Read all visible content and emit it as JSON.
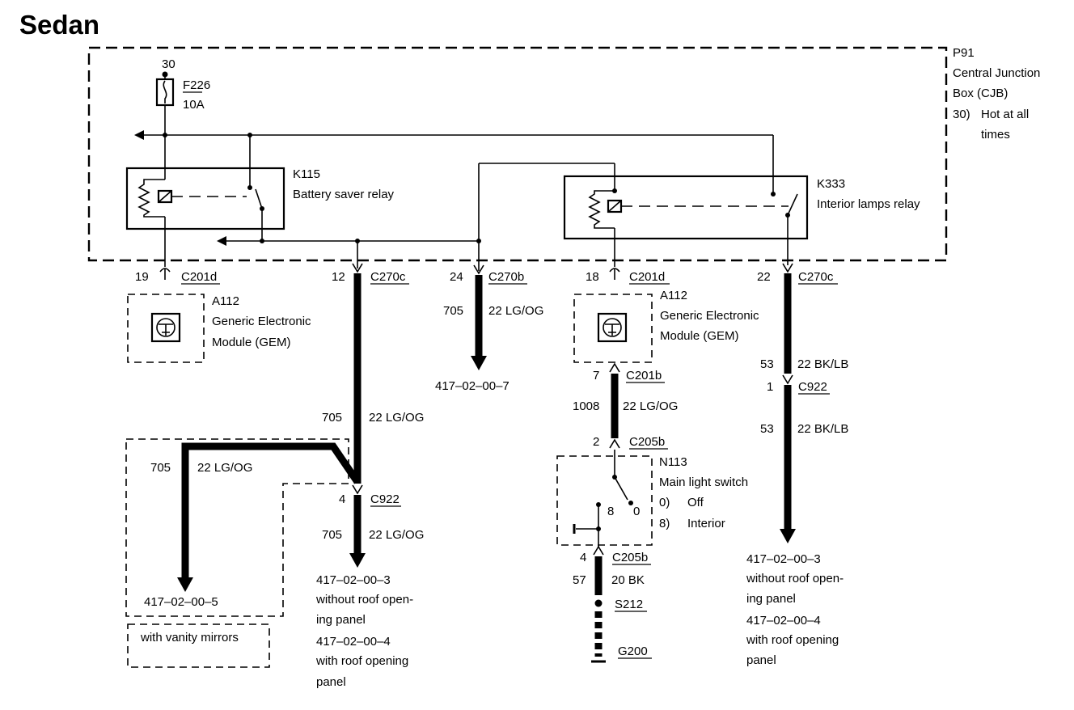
{
  "title": "Sedan",
  "cjb": {
    "id": "P91",
    "name_line1": "Central Junction",
    "name_line2": "Box (CJB)",
    "note_num": "30)",
    "note_line1": "Hot at all",
    "note_line2": "times"
  },
  "fuse": {
    "pin": "30",
    "id": "F226",
    "rating": "10A"
  },
  "relay_k115": {
    "id": "K115",
    "name": "Battery saver relay"
  },
  "relay_k333": {
    "id": "K333",
    "name": "Interior lamps relay"
  },
  "connectors": {
    "left_gem_pin": "19",
    "left_gem_conn": "C201d",
    "c270c_a_pin": "12",
    "c270c_a": "C270c",
    "c270b_pin": "24",
    "c270b": "C270b",
    "right_gem_pin": "18",
    "right_gem_conn": "C201d",
    "c270c_b_pin": "22",
    "c270c_b": "C270c",
    "c201b_pin": "7",
    "c201b": "C201b",
    "c205b_top_pin": "2",
    "c205b_top": "C205b",
    "c922_left_pin": "4",
    "c922_left": "C922",
    "c922_right_pin": "1",
    "c922_right": "C922",
    "c205b_bot_pin": "4",
    "c205b_bot": "C205b",
    "s212": "S212",
    "g200": "G200"
  },
  "gem": {
    "id": "A112",
    "line1": "Generic Electronic",
    "line2": "Module (GEM)"
  },
  "switch": {
    "id": "N113",
    "name": "Main light switch",
    "pos_8": "8",
    "pos_0": "0",
    "opt1_num": "0)",
    "opt1_label": "Off",
    "opt2_num": "8)",
    "opt2_label": "Interior"
  },
  "wires": {
    "c270b_circ": "705",
    "c270b_spec": "22 LG/OG",
    "left_mid_circ": "705",
    "left_mid_spec": "22 LG/OG",
    "mirror_circ": "705",
    "mirror_spec": "22 LG/OG",
    "left_low_circ": "705",
    "left_low_spec": "22 LG/OG",
    "sw_circ": "1008",
    "sw_spec": "22 LG/OG",
    "right_up_circ": "53",
    "right_up_spec": "22 BK/LB",
    "right_low_circ": "53",
    "right_low_spec": "22 BK/LB",
    "ground_circ": "57",
    "ground_spec": "20 BK"
  },
  "refs": {
    "c270b_ref": "417–02–00–7",
    "mirror_ref": "417–02–00–5",
    "mirror_note": "with vanity mirrors",
    "left_ref1": "417–02–00–3",
    "left_ref1_l1": "without roof open-",
    "left_ref1_l2": "ing panel",
    "left_ref2": "417–02–00–4",
    "left_ref2_l1": "with roof opening",
    "left_ref2_l2": "panel",
    "right_ref1": "417–02–00–3",
    "right_ref1_l1": "without roof open-",
    "right_ref1_l2": "ing panel",
    "right_ref2": "417–02–00–4",
    "right_ref2_l1": "with roof opening",
    "right_ref2_l2": "panel"
  }
}
